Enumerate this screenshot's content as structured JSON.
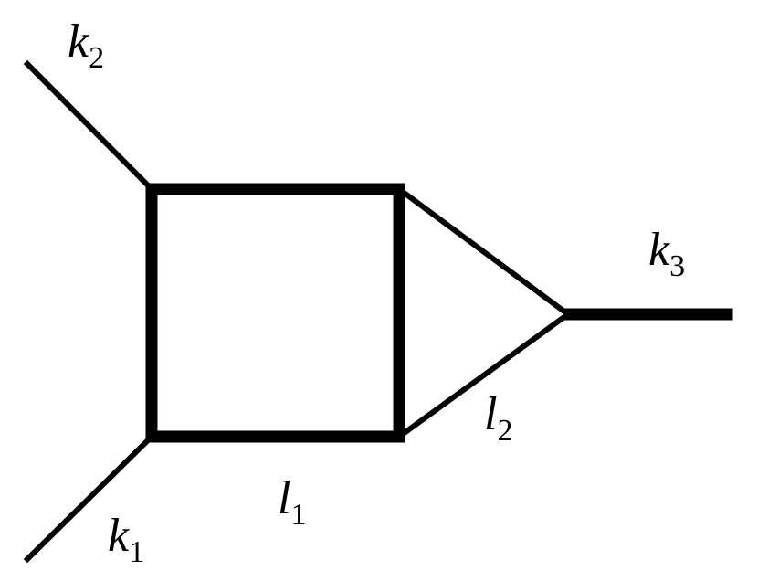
{
  "labels": {
    "k1": {
      "base": "k",
      "sub": "1"
    },
    "k2": {
      "base": "k",
      "sub": "2"
    },
    "k3": {
      "base": "k",
      "sub": "3"
    },
    "l1": {
      "base": "l",
      "sub": "1"
    },
    "l2": {
      "base": "l",
      "sub": "2"
    }
  }
}
